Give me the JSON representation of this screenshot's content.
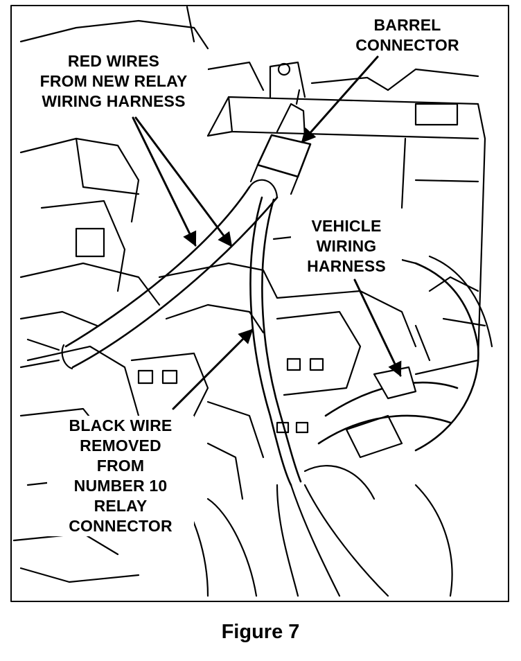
{
  "labels": {
    "barrel": [
      "BARREL",
      "CONNECTOR"
    ],
    "red_wires": [
      "RED WIRES",
      "FROM NEW RELAY",
      "WIRING HARNESS"
    ],
    "vehicle_harness": [
      "VEHICLE",
      "WIRING",
      "HARNESS"
    ],
    "black_wire": [
      "BLACK WIRE",
      "REMOVED",
      "FROM",
      "NUMBER 10",
      "RELAY",
      "CONNECTOR"
    ]
  },
  "caption": "Figure 7",
  "colors": {
    "ink": "#000000",
    "paper": "#ffffff"
  }
}
